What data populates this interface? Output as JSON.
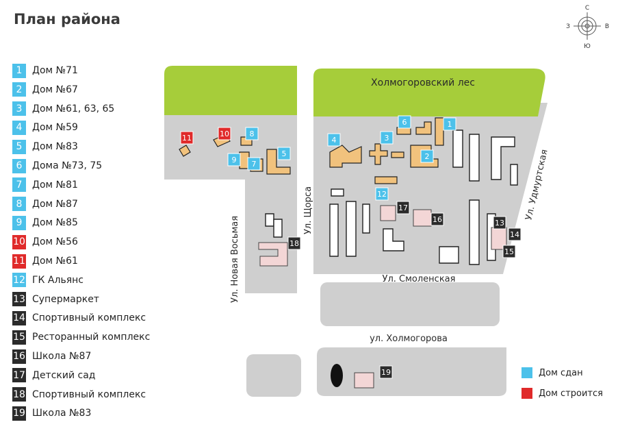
{
  "title": "План района",
  "compass": {
    "n": "С",
    "s": "Ю",
    "w": "З",
    "e": "В"
  },
  "legend": [
    {
      "num": "1",
      "label": "Дом №71",
      "kind": "built"
    },
    {
      "num": "2",
      "label": "Дом №67",
      "kind": "built"
    },
    {
      "num": "3",
      "label": "Дом №61, 63, 65",
      "kind": "built"
    },
    {
      "num": "4",
      "label": "Дом №59",
      "kind": "built"
    },
    {
      "num": "5",
      "label": "Дом №83",
      "kind": "built"
    },
    {
      "num": "6",
      "label": "Дома №73, 75",
      "kind": "built"
    },
    {
      "num": "7",
      "label": "Дом №81",
      "kind": "built"
    },
    {
      "num": "8",
      "label": "Дом №87",
      "kind": "built"
    },
    {
      "num": "9",
      "label": "Дом №85",
      "kind": "built"
    },
    {
      "num": "10",
      "label": "Дом №56",
      "kind": "building"
    },
    {
      "num": "11",
      "label": "Дом №61",
      "kind": "building"
    },
    {
      "num": "12",
      "label": "ГК Альянс",
      "kind": "built"
    },
    {
      "num": "13",
      "label": "Супермаркет",
      "kind": "facility"
    },
    {
      "num": "14",
      "label": "Спортивный комплекс",
      "kind": "facility"
    },
    {
      "num": "15",
      "label": "Ресторанный комплекс",
      "kind": "facility"
    },
    {
      "num": "16",
      "label": "Школа №87",
      "kind": "facility"
    },
    {
      "num": "17",
      "label": "Детский сад",
      "kind": "facility"
    },
    {
      "num": "18",
      "label": "Спортивный комплекс",
      "kind": "facility"
    },
    {
      "num": "19",
      "label": "Школа №83",
      "kind": "facility"
    }
  ],
  "map_labels": {
    "forest": "Холмогоровский лес",
    "street_novaya_vosmaya": "Ул. Новая Восьмая",
    "street_shchorsa": "Ул. Щорса",
    "street_udmurtskaya": "Ул. Удмуртская",
    "street_smolenskaya": "Ул. Смоленская",
    "street_holmogorova": "ул. Холмогорова"
  },
  "status_legend": [
    {
      "label": "Дом сдан",
      "color": "#4cc1ea"
    },
    {
      "label": "Дом строится",
      "color": "#e02a2a"
    }
  ],
  "colors": {
    "built": "#4cc1ea",
    "building": "#e02a2a",
    "facility": "#2b2b2b",
    "block": "#cfcfcf",
    "forest": "#a6cd3a",
    "house": "#f1c27d",
    "facility_bldg": "#f3d6d6"
  }
}
